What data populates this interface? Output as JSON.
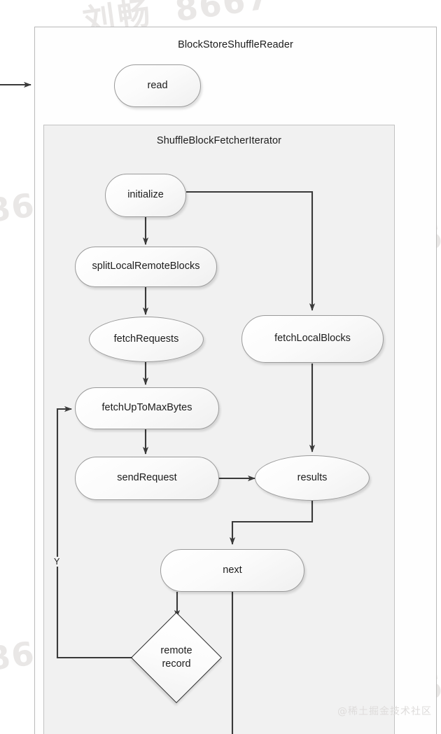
{
  "diagram": {
    "title": "BlockStoreShuffleReader",
    "outer_container": {
      "label": "BlockStoreShuffleReader"
    },
    "inner_container": {
      "label": "ShuffleBlockFetcherIterator"
    },
    "nodes": [
      {
        "id": "read",
        "label": "read",
        "shape": "rounded-rect"
      },
      {
        "id": "initialize",
        "label": "initialize",
        "shape": "rounded-rect"
      },
      {
        "id": "splitLocalRemoteBlocks",
        "label": "splitLocalRemoteBlocks",
        "shape": "rounded-rect"
      },
      {
        "id": "fetchRequests",
        "label": "fetchRequests",
        "shape": "ellipse"
      },
      {
        "id": "fetchUpToMaxBytes",
        "label": "fetchUpToMaxBytes",
        "shape": "rounded-rect"
      },
      {
        "id": "sendRequest",
        "label": "sendRequest",
        "shape": "rounded-rect"
      },
      {
        "id": "fetchLocalBlocks",
        "label": "fetchLocalBlocks",
        "shape": "rounded-rect"
      },
      {
        "id": "results",
        "label": "results",
        "shape": "ellipse"
      },
      {
        "id": "next",
        "label": "next",
        "shape": "rounded-rect"
      },
      {
        "id": "remoteRecord",
        "label_line1": "remote",
        "label_line2": "record",
        "shape": "diamond"
      }
    ],
    "edges": [
      {
        "from": "external",
        "to": "outer-container",
        "label": ""
      },
      {
        "from": "initialize",
        "to": "splitLocalRemoteBlocks",
        "label": ""
      },
      {
        "from": "initialize",
        "to": "fetchLocalBlocks",
        "label": ""
      },
      {
        "from": "splitLocalRemoteBlocks",
        "to": "fetchRequests",
        "label": ""
      },
      {
        "from": "fetchRequests",
        "to": "fetchUpToMaxBytes",
        "label": ""
      },
      {
        "from": "fetchUpToMaxBytes",
        "to": "sendRequest",
        "label": ""
      },
      {
        "from": "sendRequest",
        "to": "results",
        "label": ""
      },
      {
        "from": "fetchLocalBlocks",
        "to": "results",
        "label": ""
      },
      {
        "from": "results",
        "to": "next",
        "label": ""
      },
      {
        "from": "next",
        "to": "remoteRecord",
        "label": ""
      },
      {
        "from": "remoteRecord",
        "to": "fetchUpToMaxBytes",
        "label": "Y"
      },
      {
        "from": "next",
        "to": "external-bottom",
        "label": ""
      }
    ],
    "edge_labels": {
      "yes": "Y"
    },
    "colors": {
      "node_border": "#9a9a9a",
      "diamond_border": "#2b2b2b",
      "edge": "#3a3a3a",
      "container_border": "#b9b9b9",
      "inner_background": "#f1f1f1",
      "page_background": "#ffffff",
      "text": "#1d1d1d"
    }
  },
  "watermarks": {
    "name_cn": "刘畅",
    "number": "8667",
    "footer": "@稀土掘金技术社区"
  }
}
